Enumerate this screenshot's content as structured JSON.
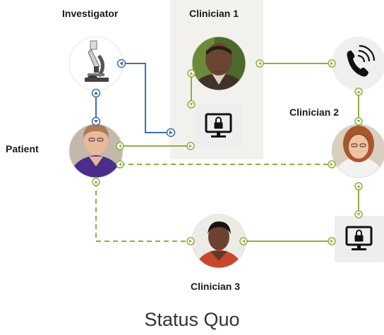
{
  "labels": {
    "investigator": "Investigator",
    "clinician1": "Clinician 1",
    "clinician2": "Clinician 2",
    "clinician3": "Clinician 3",
    "patient": "Patient"
  },
  "caption": "Status Quo",
  "colors": {
    "green": "#8db040",
    "blue": "#3d6fa8",
    "highlight": "#f3f1ee",
    "icon_box": "#eeeeee",
    "icon": "#111111"
  },
  "icons": {
    "investigator": "microscope-icon",
    "clinician2_contact": "phone-icon",
    "clinician1_device": "locked-computer-icon",
    "clinician2_device": "locked-computer-icon"
  }
}
